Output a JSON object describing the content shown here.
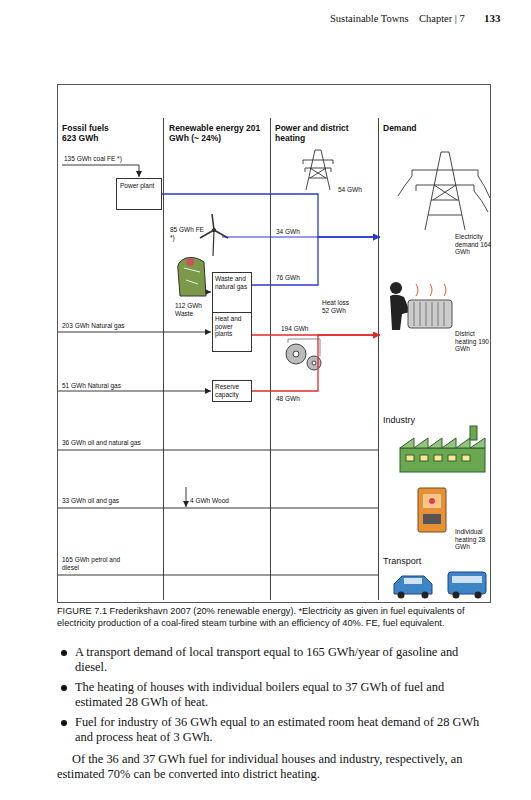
{
  "diagram": {
    "caption": "FIGURE 7.1 Frederikshavn 2007 (20% renewable energy). *Electricity as given in fuel equivalents of electricity production of a coal-fired steam turbine with an efficiency of 40%. FE, fuel equivalent.",
    "nodes": [
      {
        "text": [
          "Power plant"
        ]
      },
      {
        "text": [
          "Waste and natural gas",
          "Heat and power plants"
        ]
      },
      {
        "text": [
          "Reserve capacity"
        ]
      },
      {
        "text": [
          "Electricity demand 164 GWh"
        ]
      },
      {
        "text": [
          "District heating 190 GWh"
        ]
      },
      {
        "text": [
          "Industry"
        ]
      },
      {
        "text": [
          "Individual heating 28 GWh"
        ]
      },
      {
        "text": [
          "Transport"
        ]
      }
    ],
    "edges": [
      {
        "from": 0,
        "to": 3,
        "label": "54 GWh",
        "arrow": "to"
      },
      {
        "from": 1,
        "to": 3,
        "label": "76 GWh",
        "arrow": "to"
      },
      {
        "from": 1,
        "to": 4,
        "label": "194 GWh",
        "arrow": "to"
      },
      {
        "from": 2,
        "to": 4,
        "label": "48 GWh",
        "arrow": "to"
      }
    ],
    "labels": [
      "Sustainable Towns",
      "Chapter | 7",
      "133",
      "Fossil fuels 623 GWh",
      "Renewable energy 201 GWh (~ 24%)",
      "Power and district heating",
      "Demand",
      "135 GWh coal FE *)",
      "85 GWh FE *)",
      "34 GWh",
      "112 GWh Waste",
      "203 GWh Natural gas",
      "Heat loss 52 GWh",
      "51 GWh Natural gas",
      "36 GWh oil and natural gas",
      "33 GWh oil and gas",
      "4 GWh Wood",
      "165 GWh petrol and diesel",
      "A transport demand of local transport equal to 165 GWh/year of gasoline and diesel.",
      "The heating of houses with individual boilers equal to 37 GWh of fuel and estimated 28 GWh of heat.",
      "Fuel for industry of 36 GWh equal to an estimated room heat demand of 28 GWh and process heat of 3 GWh.",
      "Of the 36 and 37 GWh fuel for individual houses and industry, respectively, an estimated 70% can be converted into district heating."
    ]
  }
}
